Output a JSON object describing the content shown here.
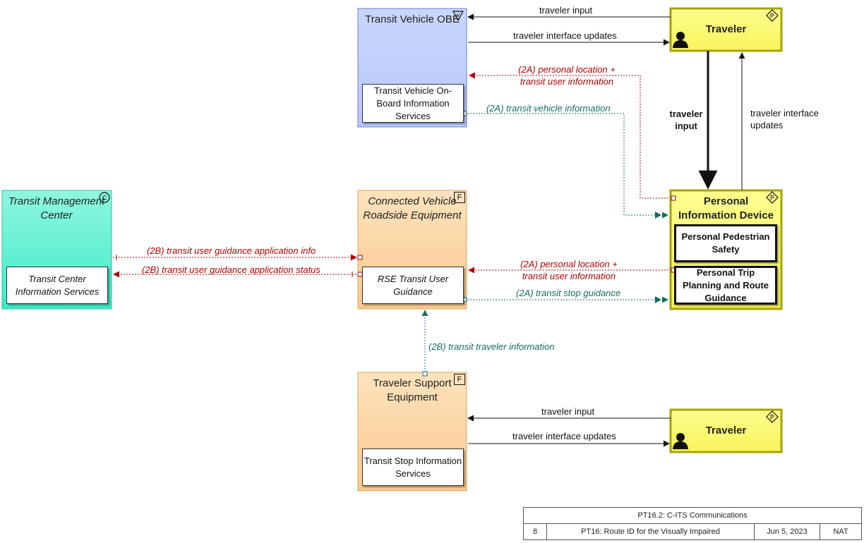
{
  "nodes": {
    "transit_vehicle_obe": {
      "title": "Transit Vehicle OBE",
      "inner": "Transit Vehicle On-Board Information Services"
    },
    "traveler_top": {
      "title": "Traveler",
      "badge": "P"
    },
    "transit_mgmt": {
      "title": "Transit Management Center",
      "badge": "C",
      "inner": "Transit Center Information Services"
    },
    "cv_rse": {
      "title": "Connected Vehicle Roadside Equipment",
      "badge": "F",
      "inner": "RSE Transit User Guidance"
    },
    "pid": {
      "title": "Personal Information Device",
      "badge": "P",
      "inner1": "Personal Pedestrian Safety",
      "inner2": "Personal Trip Planning and Route Guidance"
    },
    "tse": {
      "title": "Traveler Support Equipment",
      "badge": "F",
      "inner": "Transit Stop Information Services"
    },
    "traveler_bottom": {
      "title": "Traveler",
      "badge": "P"
    }
  },
  "flows": {
    "top_traveler_input": "traveler input",
    "top_interface_updates": "traveler interface updates",
    "red_location_obe_l1": "(2A) personal location +",
    "red_location_obe_l2": "transit user information",
    "green_vehicle_info": "(2A) transit vehicle information",
    "pid_traveler_input_l1": "traveler",
    "pid_traveler_input_l2": "input",
    "pid_interface_updates_l1": "traveler interface",
    "pid_interface_updates_l2": "updates",
    "red_guidance_info": "(2B) transit user guidance application info",
    "red_guidance_status": "(2B) transit user guidance application status",
    "red_location_rse_l1": "(2A) personal location +",
    "red_location_rse_l2": "transit user information",
    "green_stop_guidance": "(2A) transit stop guidance",
    "blue_traveler_info": "(2B) transit traveler information",
    "bottom_traveler_input": "traveler input",
    "bottom_interface_updates": "traveler interface updates"
  },
  "title_block": {
    "header": "PT16.2: C-ITS Communications",
    "page": "8",
    "name": "PT16: Route ID for the Visually Impaired",
    "date": "Jun 5, 2023",
    "org": "NAT"
  },
  "colors": {
    "vehicle_fill": "#c5d3fb",
    "center_fill": "#5ef2d2",
    "field_fill": "#fcd9a8",
    "traveler_fill": "#fdfc7a",
    "red_flow": "#b00000",
    "green_flow": "#146b5f",
    "blue_flow": "#2a6fa8"
  }
}
